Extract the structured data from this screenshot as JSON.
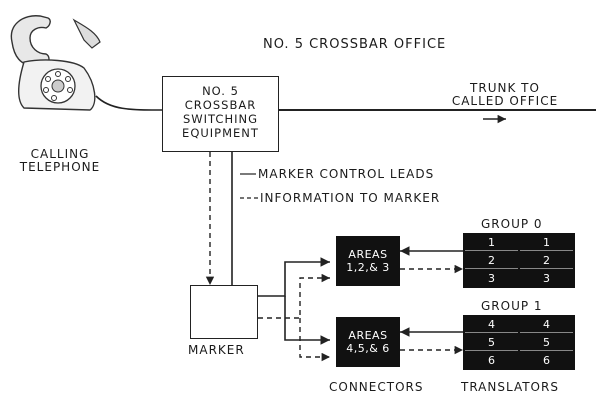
{
  "title": "NO. 5 CROSSBAR OFFICE",
  "calling_telephone": [
    "CALLING",
    "TELEPHONE"
  ],
  "switching_equipment": [
    "NO. 5",
    "CROSSBAR",
    "SWITCHING",
    "EQUIPMENT"
  ],
  "trunk": [
    "TRUNK TO",
    "CALLED OFFICE"
  ],
  "marker_control_leads": "MARKER CONTROL LEADS",
  "information_to_marker": "INFORMATION TO MARKER",
  "marker": "MARKER",
  "connectors_label": "CONNECTORS",
  "translators_label": "TRANSLATORS",
  "areas_top": [
    "AREAS",
    "1,2,& 3"
  ],
  "areas_bottom": [
    "AREAS",
    "4,5,& 6"
  ],
  "group0": {
    "label": "GROUP 0",
    "cells": [
      "1",
      "1",
      "2",
      "2",
      "3",
      "3"
    ]
  },
  "group1": {
    "label": "GROUP 1",
    "cells": [
      "4",
      "4",
      "5",
      "5",
      "6",
      "6"
    ]
  }
}
